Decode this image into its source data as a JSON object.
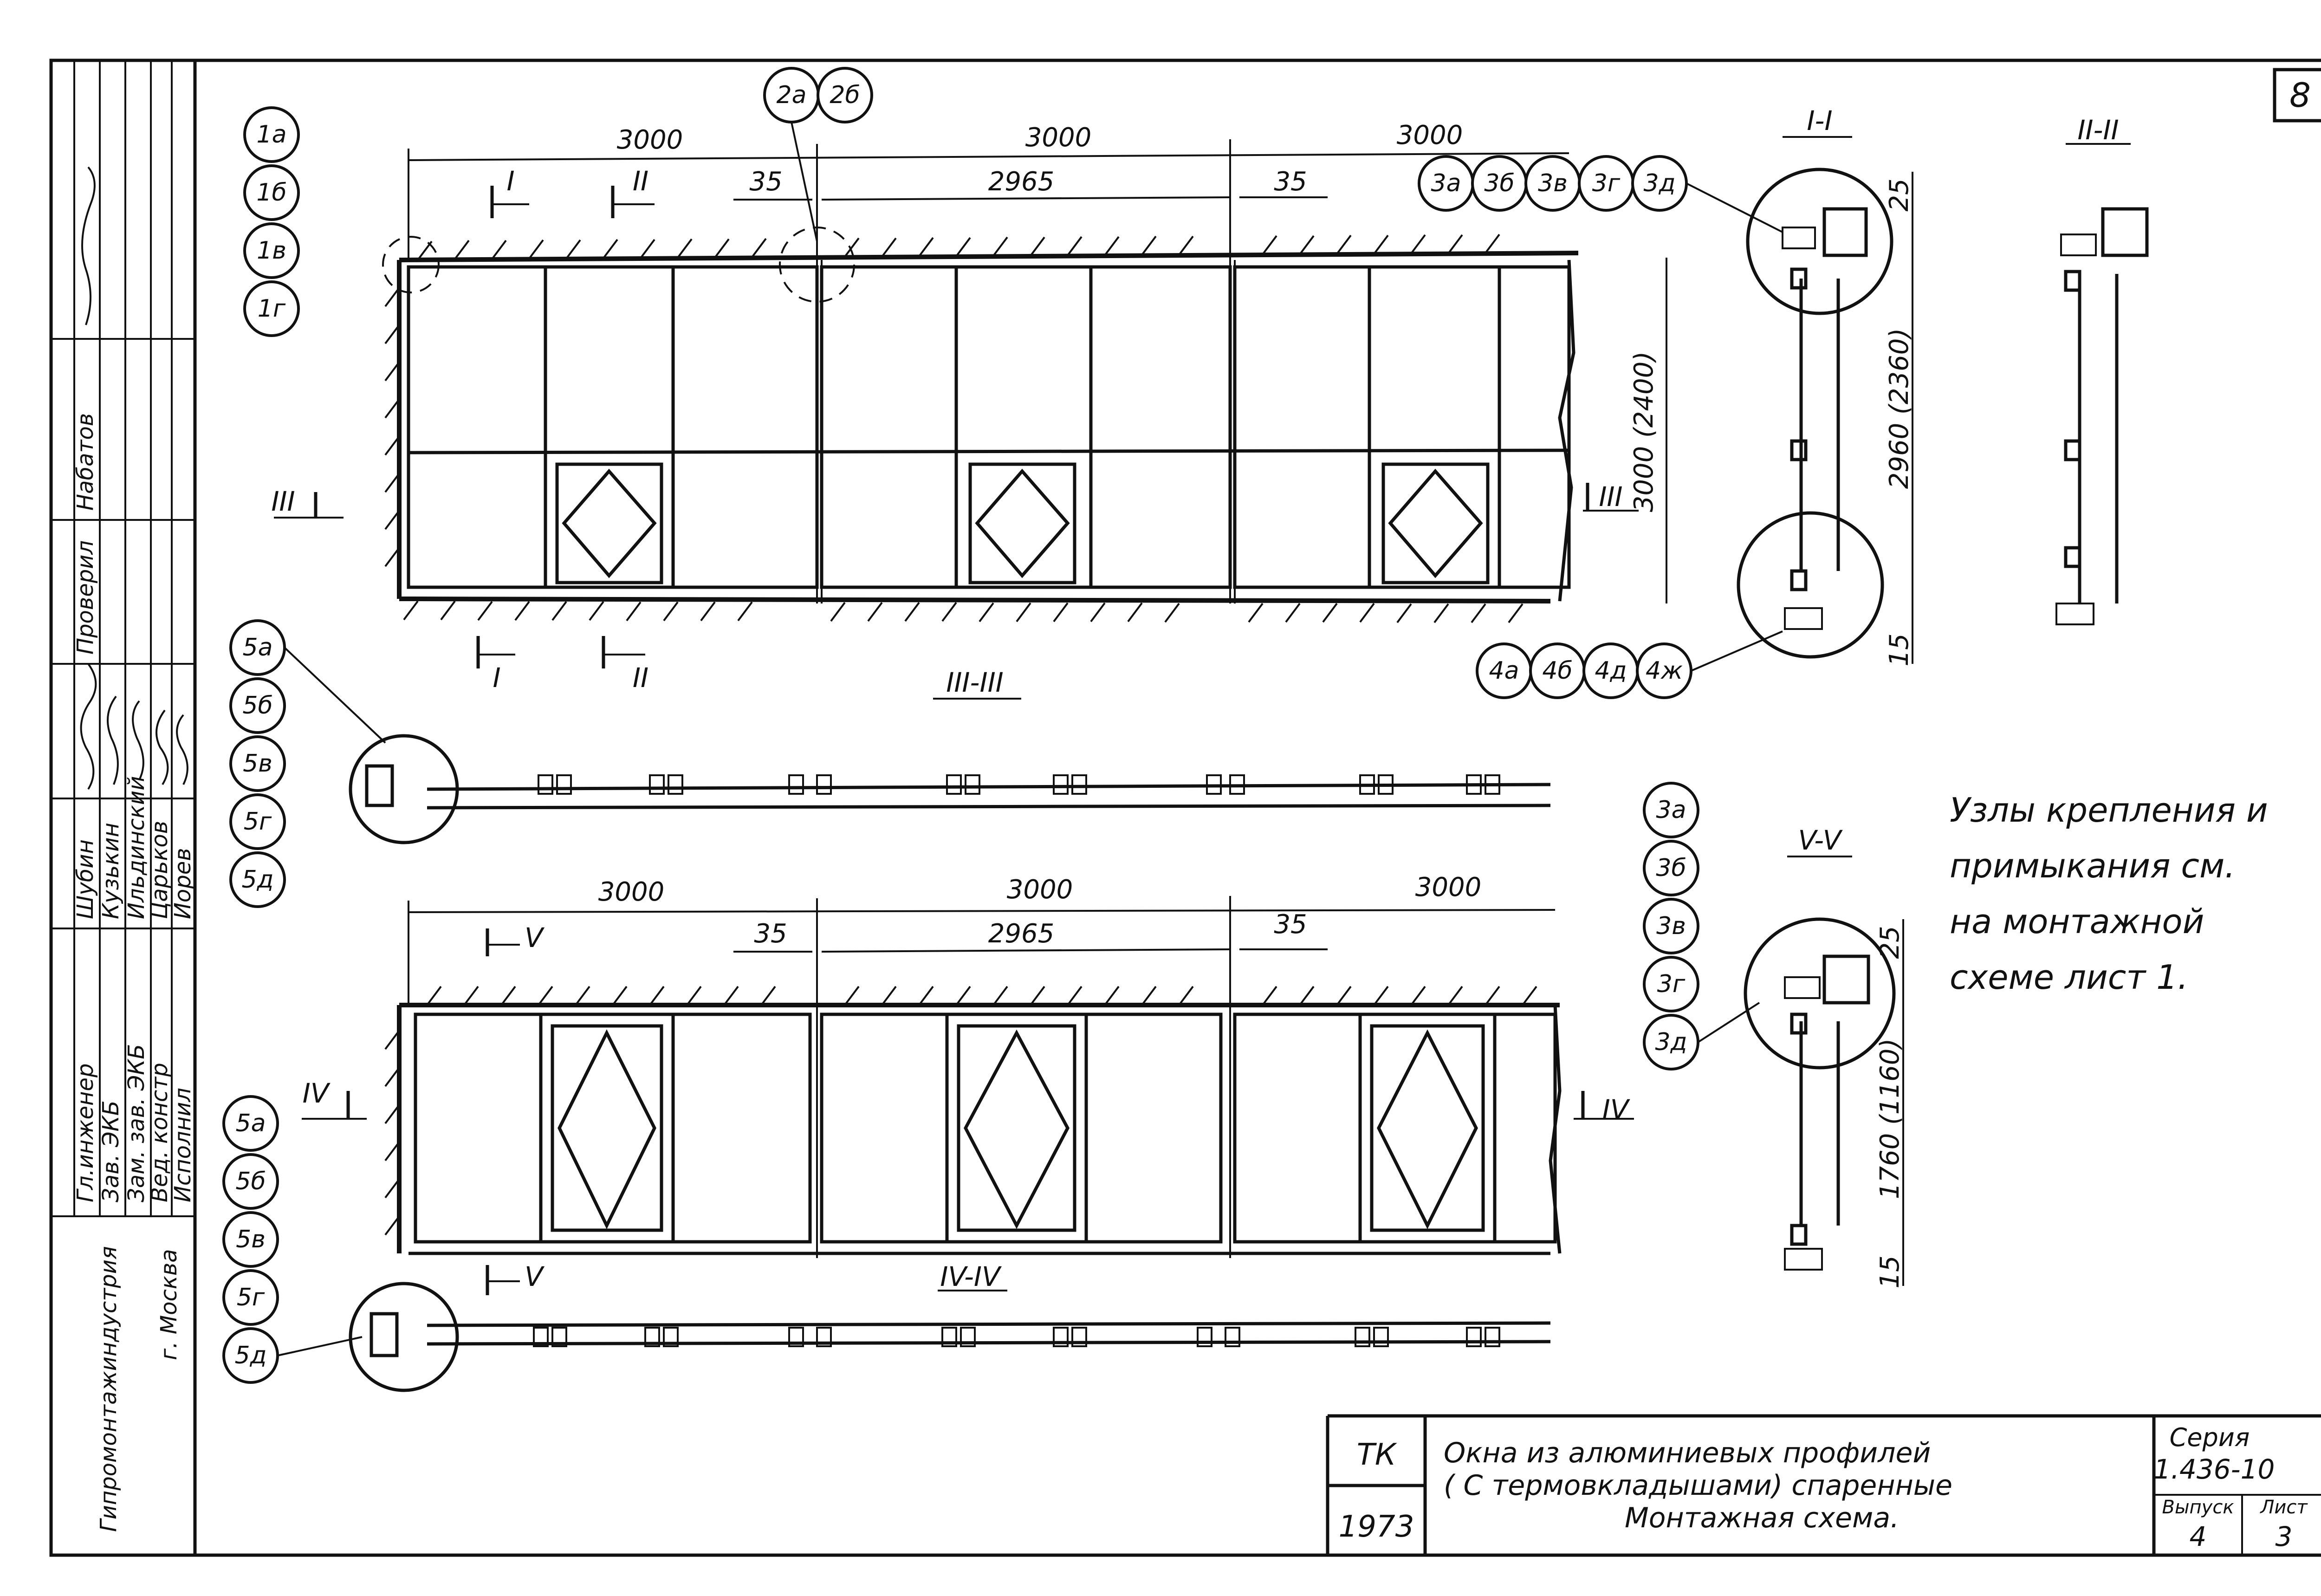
{
  "sheet_number": "8",
  "title_block": {
    "code": "ТК",
    "year": "1973",
    "title_line1": "Окна из алюминиевых профилей",
    "title_line2": "( С термовкладышами) спаренные",
    "title_line3": "Монтажная схема.",
    "series_label": "Серия",
    "series_value": "1.436-10",
    "issue_label": "Выпуск",
    "issue_value": "4",
    "sheet_label": "Лист",
    "sheet_value": "3"
  },
  "side_stamp": {
    "organization": "Гипромонтажиндустрия",
    "city": "г. Москва",
    "roles": [
      "Гл.инженер",
      "Зав. ЭКБ",
      "Зам. зав. ЭКБ",
      "Вед. констр",
      "Исполнил"
    ],
    "names": [
      "Шубин",
      "Кузькин",
      "Ильдинский",
      "Царьков",
      "Иорев"
    ],
    "extra_roles": [
      "Проверил",
      "Набатов"
    ]
  },
  "note": {
    "lines": [
      "Узлы крепления и",
      "примыкания см.",
      "на монтажной",
      "схеме  лист 1."
    ]
  },
  "top_elevation": {
    "dims_top": [
      "3000",
      "3000",
      "3000"
    ],
    "dims_inner": [
      "35",
      "2965",
      "35"
    ],
    "height_dim": "3000 (2400)",
    "section_labels": [
      "I",
      "II",
      "III",
      "III",
      "I",
      "II"
    ],
    "plan_title": "III-III",
    "markers_left": [
      "1а",
      "1б",
      "1в",
      "1г"
    ],
    "markers_joint": [
      "2а",
      "2б"
    ],
    "markers_top_right": [
      "3а",
      "3б",
      "3в",
      "3г",
      "3д"
    ],
    "markers_bottom_right": [
      "4а",
      "4б",
      "4д",
      "4ж"
    ],
    "markers_plan": [
      "5а",
      "5б",
      "5в",
      "5г",
      "5д"
    ]
  },
  "section_I": {
    "title": "I-I",
    "dim_top": "25",
    "dim_height": "2960 (2360)",
    "dim_bottom": "15"
  },
  "section_II": {
    "title": "II-II"
  },
  "bottom_elevation": {
    "dims_top": [
      "3000",
      "3000",
      "3000"
    ],
    "dims_inner": [
      "35",
      "2965",
      "35"
    ],
    "section_labels": [
      "V",
      "IV",
      "IV",
      "V"
    ],
    "plan_title": "IV-IV",
    "markers_plan": [
      "5а",
      "5б",
      "5в",
      "5г",
      "5д"
    ]
  },
  "section_V": {
    "title": "V-V",
    "dim_top": "25",
    "dim_height": "1760 (1160)",
    "dim_bottom": "15",
    "markers": [
      "3а",
      "3б",
      "3в",
      "3г",
      "3д"
    ]
  }
}
